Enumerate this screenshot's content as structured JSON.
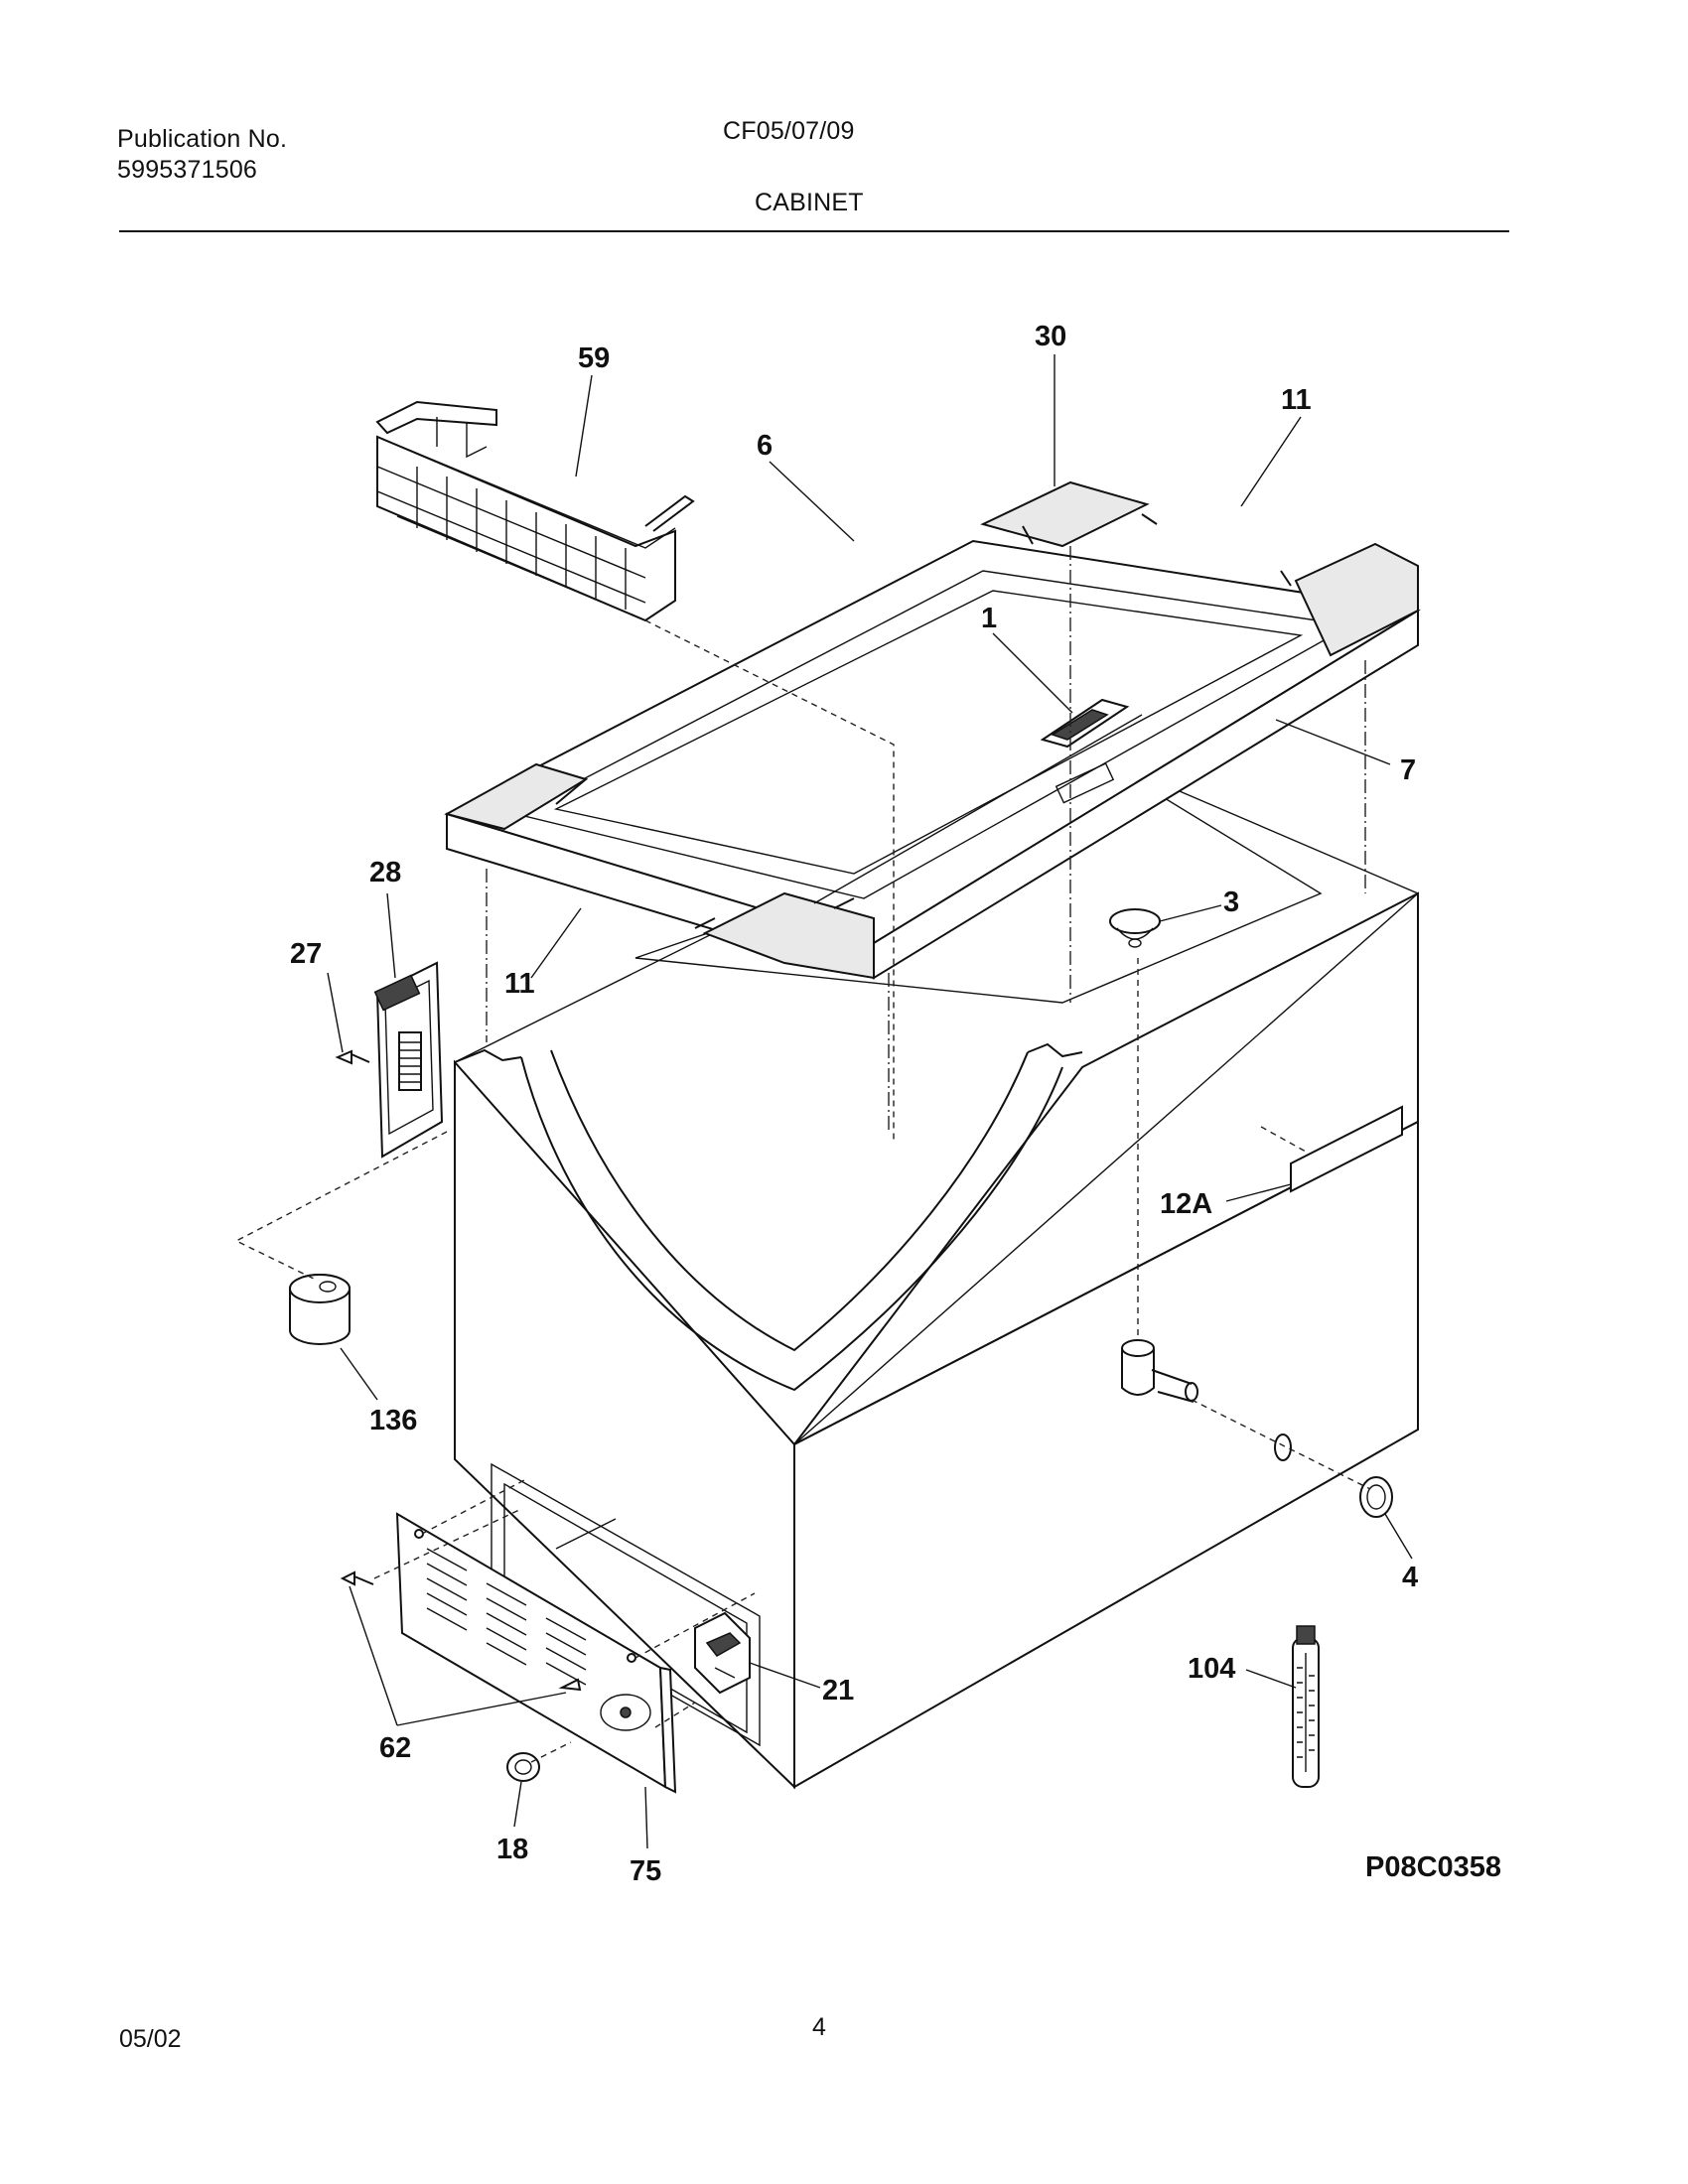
{
  "header": {
    "publication_label": "Publication No.",
    "publication_number": "5995371506",
    "model": "CF05/07/09",
    "section": "CABINET"
  },
  "diagram": {
    "drawing_number": "P08C0358",
    "callouts": {
      "c59": "59",
      "c30": "30",
      "c11_top": "11",
      "c6": "6",
      "c1": "1",
      "c7": "7",
      "c28": "28",
      "c27": "27",
      "c11_left": "11",
      "c3": "3",
      "c12a": "12A",
      "c136": "136",
      "c4": "4",
      "c104": "104",
      "c21": "21",
      "c62": "62",
      "c18": "18",
      "c75": "75"
    }
  },
  "footer": {
    "date": "05/02",
    "page": "4"
  }
}
